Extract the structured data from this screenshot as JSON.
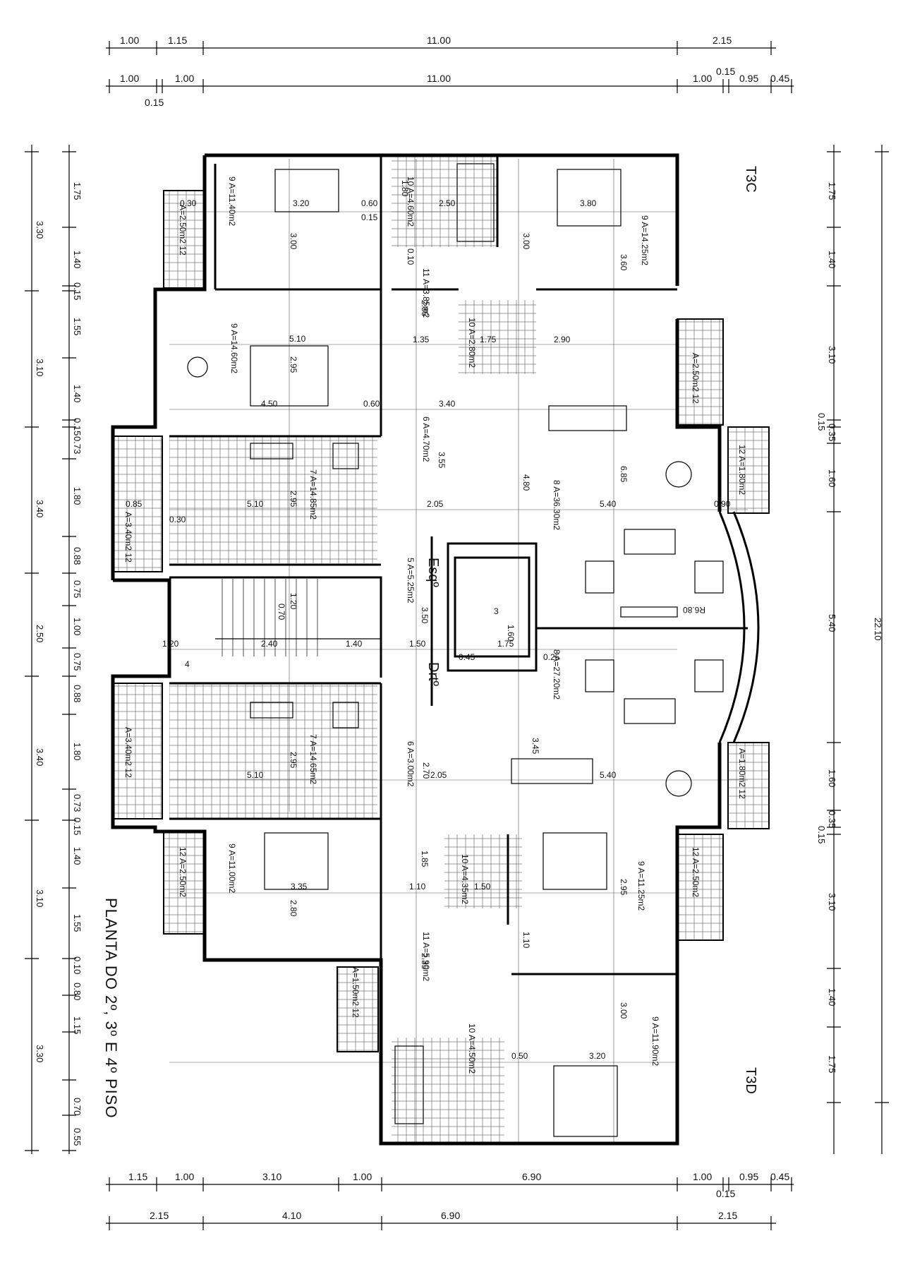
{
  "plan_title": "PLANTA DO 2º, 3º E 4º PISO",
  "units": {
    "top": "T3C",
    "bottom": "T3D"
  },
  "stairs": {
    "esq": "Esqº",
    "drt": "Drtº"
  },
  "top_dims_row1": [
    "1.00",
    "1.15",
    "11.00",
    "2.15"
  ],
  "top_dims_row2": [
    "1.00",
    "1.00",
    "11.00",
    "1.00",
    "0.15",
    "0.95",
    "0.45"
  ],
  "top_dims_row2_sub": "0.15",
  "bottom_dims_row1": [
    "1.15",
    "1.00",
    "3.10",
    "1.00",
    "6.90",
    "1.00",
    "0.95",
    "0.45"
  ],
  "bottom_dims_row1_sub": "0.15",
  "bottom_dims_row2": [
    "2.15",
    "4.10",
    "6.90",
    "2.15"
  ],
  "left_dims_outer": [
    "3.30",
    "3.10",
    "3.40",
    "2.50",
    "3.40",
    "3.10",
    "3.30"
  ],
  "left_dims_inner": [
    "1.75",
    "1.40",
    "0.15",
    "1.55",
    "1.40",
    "0.15",
    "0.73",
    "1.80",
    "0.88",
    "0.75",
    "1.00",
    "0.75",
    "0.88",
    "1.80",
    "0.73",
    "0.15",
    "1.40",
    "1.55",
    "0.10",
    "0.80",
    "1.15",
    "0.70",
    "0.55"
  ],
  "right_dims_inner": [
    "1.75",
    "1.40",
    "3.10",
    "0.15",
    "0.35",
    "1.60",
    "5.40",
    "1.60",
    "0.35",
    "0.15",
    "3.10",
    "1.40",
    "1.75"
  ],
  "right_dims_total": "22.10",
  "rooms": [
    {
      "num": "9",
      "area": "A=11.40m2"
    },
    {
      "num": "10",
      "area": "A=4.60m2"
    },
    {
      "num": "9",
      "area": "A=14.25m2"
    },
    {
      "num": "12",
      "area": "A=2.50m2"
    },
    {
      "num": "11",
      "area": "A=3.85m2"
    },
    {
      "num": "10",
      "area": "A=2.80m2"
    },
    {
      "num": "9",
      "area": "A=14.60m2"
    },
    {
      "num": "12",
      "area": "A=2.50m2"
    },
    {
      "num": "6",
      "area": "A=4.70m2"
    },
    {
      "num": "8",
      "area": "A=36.30m2"
    },
    {
      "num": "7",
      "area": "A=14.85m2"
    },
    {
      "num": "12",
      "area": "A=1.80m2"
    },
    {
      "num": "12",
      "area": "A=3.40m2"
    },
    {
      "num": "5",
      "area": "A=5.25m2"
    },
    {
      "num": "3",
      "area": ""
    },
    {
      "num": "4",
      "area": ""
    },
    {
      "num": "8",
      "area": "A=27.20m2"
    },
    {
      "num": "7",
      "area": "A=14.65m2"
    },
    {
      "num": "6",
      "area": "A=3.00m2"
    },
    {
      "num": "12",
      "area": "A=3.40m2"
    },
    {
      "num": "12",
      "area": "A=1.80m2"
    },
    {
      "num": "9",
      "area": "A=11.00m2"
    },
    {
      "num": "12",
      "area": "A=2.50m2"
    },
    {
      "num": "10",
      "area": "A=4.35m2"
    },
    {
      "num": "9",
      "area": "A=11.25m2"
    },
    {
      "num": "12",
      "area": "A=2.50m2"
    },
    {
      "num": "11",
      "area": "A=5.90m2"
    },
    {
      "num": "12",
      "area": "A=1.50m2"
    },
    {
      "num": "10",
      "area": "A=4.50m2"
    },
    {
      "num": "9",
      "area": "A=11.90m2"
    }
  ],
  "inner_dims": [
    "3.20",
    "3.00",
    "0.60",
    "1.80",
    "2.50",
    "3.80",
    "3.00",
    "3.60",
    "0.30",
    "0.15",
    "0.10",
    "2.85",
    "1.35",
    "1.75",
    "2.90",
    "5.10",
    "2.95",
    "4.50",
    "0.60",
    "3.40",
    "3.55",
    "4.80",
    "6.85",
    "5.40",
    "0.85",
    "5.10",
    "2.95",
    "0.30",
    "2.05",
    "0.90",
    "1.20",
    "2.40",
    "1.40",
    "3.50",
    "1.50",
    "0.70",
    "1.20",
    "1.75",
    "1.60",
    "0.45",
    "0.25",
    "R6.80",
    "5.40",
    "3.45",
    "2.70",
    "2.05",
    "5.10",
    "2.95",
    "3.35",
    "2.80",
    "1.10",
    "1.85",
    "1.50",
    "2.95",
    "2.35",
    "1.10",
    "3.00",
    "3.20",
    "0.50"
  ]
}
